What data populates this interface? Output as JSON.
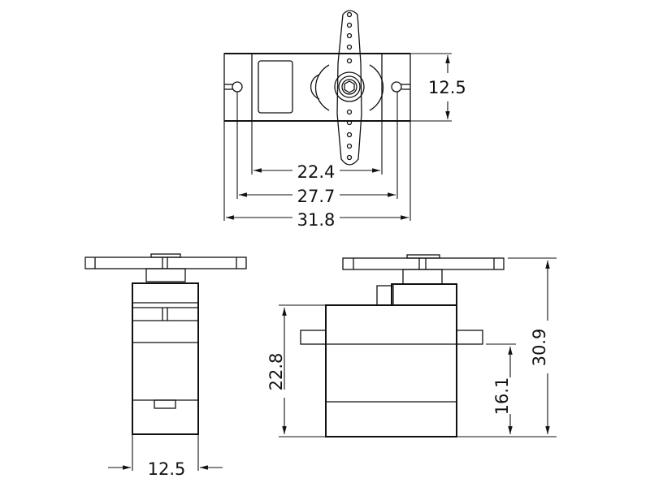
{
  "diagram": {
    "subject": "micro servo dimension drawing",
    "views": {
      "top": {
        "dimensions": {
          "inner_width": "22.4",
          "hole_spacing": "27.7",
          "overall_width": "31.8",
          "body_depth": "12.5"
        }
      },
      "side_left": {
        "dimensions": {
          "width": "12.5"
        }
      },
      "front": {
        "dimensions": {
          "body_height": "22.8",
          "tab_height": "16.1",
          "overall_height": "30.9"
        }
      }
    },
    "colors": {
      "line": "#111111",
      "background": "#ffffff"
    }
  }
}
